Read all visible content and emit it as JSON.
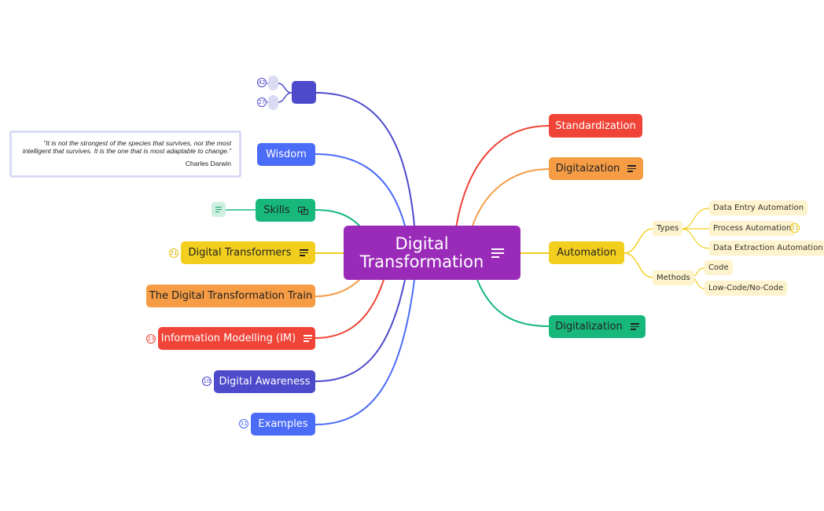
{
  "central": {
    "label_line1": "Digital",
    "label_line2": "Transformation",
    "color": "#9a2bb8"
  },
  "right_topics": [
    {
      "label": "Standardization",
      "color": "#f04438"
    },
    {
      "label": "Digitaization",
      "color": "#f59c45"
    },
    {
      "label": "Automation",
      "color": "#f2cf1e"
    },
    {
      "label": "Digitalization",
      "color": "#18b87c"
    }
  ],
  "automation": {
    "types_label": "Types",
    "types": [
      "Data Entry Automation",
      "Process Automation",
      "Data Extraction Automation"
    ],
    "types_badge": "21",
    "methods_label": "Methods",
    "methods": [
      "Code",
      "Low-Code/No-Code"
    ]
  },
  "left_topics": [
    {
      "label": "",
      "color": "#4d4acb"
    },
    {
      "label": "Wisdom",
      "color": "#4a6cf7"
    },
    {
      "label": "Skills",
      "color": "#18b87c"
    },
    {
      "label": "Digital Transformers",
      "color": "#f2cf1e",
      "badge": "21"
    },
    {
      "label": "The Digital Transformation Train",
      "color": "#f59c45"
    },
    {
      "label": "Information Modelling (IM)",
      "color": "#f04438",
      "badge": "23"
    },
    {
      "label": "Digital Awareness",
      "color": "#4d4acb",
      "badge": "10"
    },
    {
      "label": "Examples",
      "color": "#4a6cf7",
      "badge": "31"
    }
  ],
  "top_badges": [
    "42",
    "27"
  ],
  "quote": {
    "text": "“It is not the strongest of the species that survives, nor the most intelligent that survives. It is the one that is most adaptable to change.”",
    "author": "Charles Darwin"
  },
  "icons": [
    "notes-icon",
    "link-icon"
  ]
}
